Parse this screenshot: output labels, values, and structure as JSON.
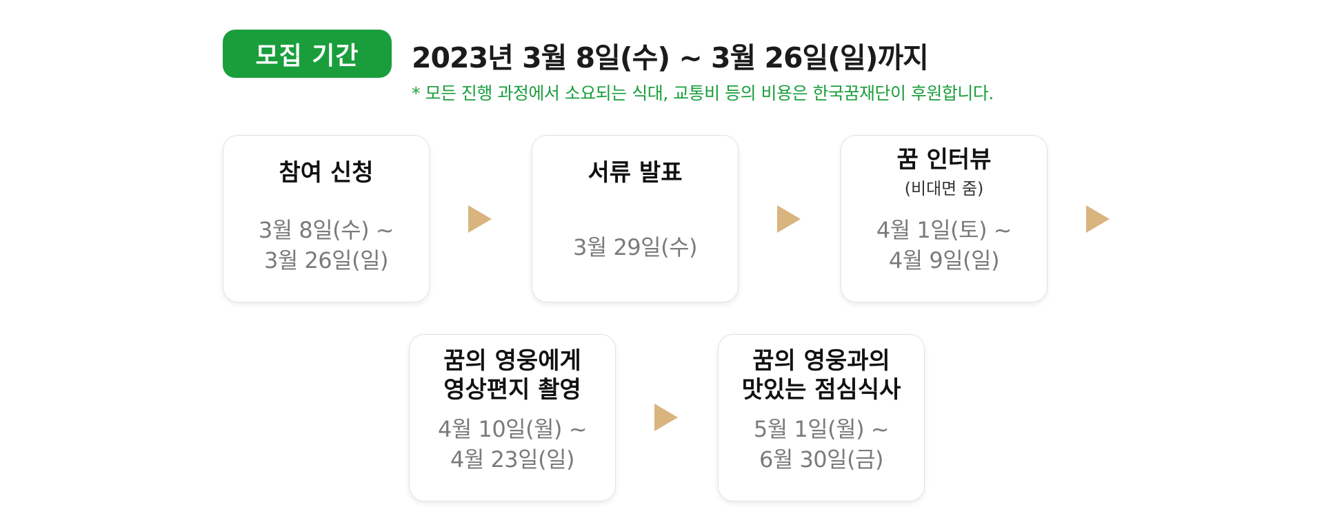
{
  "header": {
    "badge_label": "모집 기간",
    "period_text": "2023년 3월 8일(수) ~ 3월 26일(일)까지",
    "note_text": "* 모든 진행 과정에서 소요되는 식대, 교통비 등의 비용은 한국꿈재단이 후원합니다."
  },
  "steps": [
    {
      "title": "참여 신청",
      "subtitle": "",
      "dates": "3월 8일(수) ~\n3월 26일(일)"
    },
    {
      "title": "서류  발표",
      "subtitle": "",
      "dates": "3월 29일(수)"
    },
    {
      "title": "꿈  인터뷰",
      "subtitle": "(비대면 줌)",
      "dates": "4월 1일(토) ~\n4월 9일(일)"
    },
    {
      "title": "꿈의 영웅에게\n영상편지 촬영",
      "subtitle": "",
      "dates": "4월 10일(월) ~\n4월 23일(일)"
    },
    {
      "title": "꿈의 영웅과의\n맛있는 점심식사",
      "subtitle": "",
      "dates": "5월 1일(월) ~\n6월 30일(금)"
    }
  ],
  "colors": {
    "accent_green": "#1a9e3c",
    "arrow": "#d9b47f",
    "date_gray": "#7a7a7a"
  },
  "icons": {
    "arrow": "play-triangle"
  }
}
